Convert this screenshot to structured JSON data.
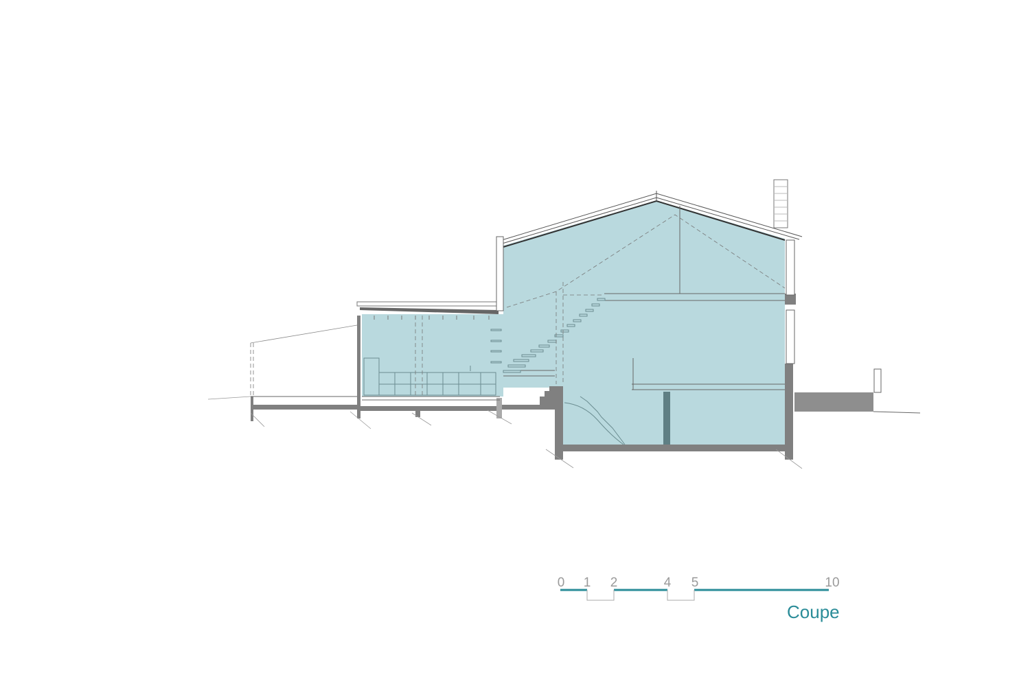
{
  "drawing": {
    "type": "architectural-section",
    "title": "Coupe",
    "colors": {
      "interior_fill": "#b9d9de",
      "cut_wall": "#808080",
      "line": "#555555",
      "accent": "#2a8c98",
      "scale_text": "#9a9a9a"
    }
  },
  "scale_bar": {
    "labels": [
      "0",
      "1",
      "2",
      "4",
      "5",
      "10"
    ],
    "unit_values": [
      0,
      1,
      2,
      4,
      5,
      10
    ]
  }
}
